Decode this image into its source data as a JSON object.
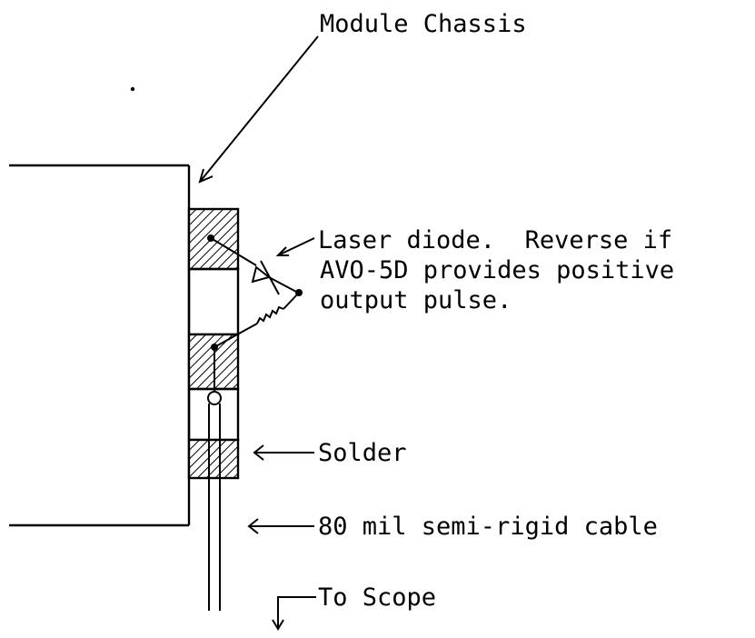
{
  "labels": {
    "module_chassis": "Module Chassis",
    "laser_diode_line1": "Laser diode.  Reverse if",
    "laser_diode_line2": "AVO-5D provides positive",
    "laser_diode_line3": "output pulse.",
    "solder": "Solder",
    "cable": "80 mil semi-rigid cable",
    "to_scope": "To Scope"
  },
  "colors": {
    "ink": "#000000",
    "paper": "#ffffff"
  }
}
